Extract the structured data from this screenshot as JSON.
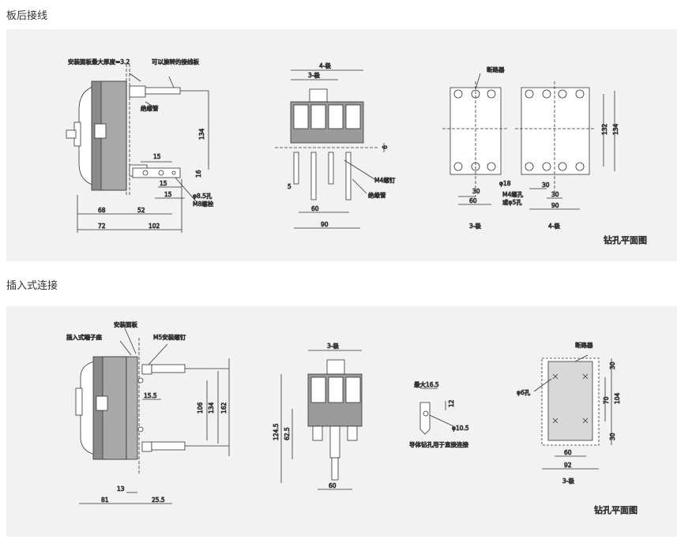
{
  "sections": [
    {
      "title": "板后接线",
      "footer": "钻孔平面图",
      "labels": {
        "panel_thickness": "安装面板最大厚度=3.2",
        "rotatable_board": "可以旋转的接线板",
        "insulating_tube": "绝缘管",
        "dim_134": "134",
        "dim_15a": "15",
        "dim_15b": "15",
        "dim_15c": "15",
        "dim_16": "16",
        "hole_85": "φ8.5孔",
        "bolt_m8": "M8螺栓",
        "dim_68": "68",
        "dim_52": "52",
        "dim_72": "72",
        "dim_102": "102",
        "pole4": "4-极",
        "pole3": "3-极",
        "dim_6": "6",
        "screw_m4": "M4螺钉",
        "insulating_tube2": "绝缘管",
        "dim_5": "5",
        "dim_60": "60",
        "dim_90": "90",
        "breaker": "断路器",
        "phi18": "φ18",
        "m4_hole": "M4螺孔",
        "or_phi5": "或φ5孔",
        "dim_30a": "30",
        "dim_60b": "60",
        "dim_30b": "30",
        "dim_30c": "30",
        "dim_90b": "90",
        "dim_132": "132",
        "dim_134b": "134",
        "pole3_b": "3-极",
        "pole4_b": "4-极"
      }
    },
    {
      "title": "插入式连接",
      "footer": "钻孔平面图",
      "labels": {
        "mount_panel": "安装面板",
        "plug_socket": "插入式端子座",
        "m5_screw": "M5安装螺钉",
        "dim_155": "15.5",
        "dim_106": "106",
        "dim_134": "134",
        "dim_162": "162",
        "dim_13": "13",
        "dim_81": "81",
        "dim_255": "25.5",
        "pole3": "3-极",
        "dim_625": "62.5",
        "dim_1245": "124.5",
        "dim_60": "60",
        "max165": "最大16.5",
        "dim_12": "12",
        "phi105": "φ10.5",
        "conductor_note": "导体钻孔用于直接连接",
        "breaker": "断路器",
        "phi6": "φ6孔",
        "dim_30a": "30",
        "dim_70": "70",
        "dim_104": "104",
        "dim_30b": "30",
        "dim_60b": "60",
        "dim_92": "92",
        "pole3_b": "3-极"
      }
    }
  ]
}
